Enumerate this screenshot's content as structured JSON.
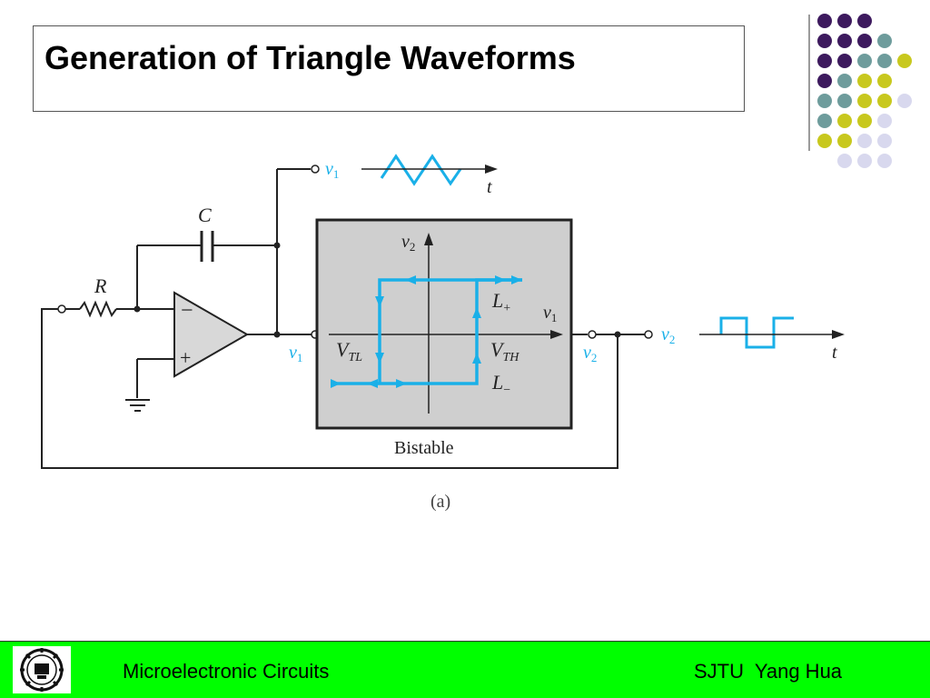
{
  "slide": {
    "title": "Generation of Triangle Waveforms"
  },
  "diagram": {
    "capacitor_label": "C",
    "resistor_label": "R",
    "opamp_minus": "−",
    "opamp_plus": "+",
    "output_v1": "v",
    "output_v1_sub": "1",
    "time_label_top": "t",
    "v1_node_label": "v",
    "v1_node_sub": "1",
    "bistable_label": "Bistable",
    "v2_axis_label": "v",
    "v2_axis_sub": "2",
    "v1_axis_label": "v",
    "v1_axis_sub": "1",
    "l_plus_label": "L",
    "l_plus_sub": "+",
    "l_minus_label": "L",
    "l_minus_sub": "−",
    "vtl_label": "V",
    "vtl_sub": "TL",
    "vth_label": "V",
    "vth_sub": "TH",
    "v2_node_label": "v",
    "v2_node_sub": "2",
    "output_v2": "v",
    "output_v2_sub": "2",
    "time_label_right": "t",
    "caption": "(a)"
  },
  "footer": {
    "course": "Microelectronic Circuits",
    "author": "SJTU  Yang Hua"
  },
  "colors": {
    "accent_blue": "#1ab0e8",
    "footer_green": "#00ff00",
    "dot_purple": "#3d1a5e",
    "dot_teal": "#6e9c9c",
    "dot_yellow": "#c8c81e",
    "dot_lavender": "#d8d8ee"
  }
}
